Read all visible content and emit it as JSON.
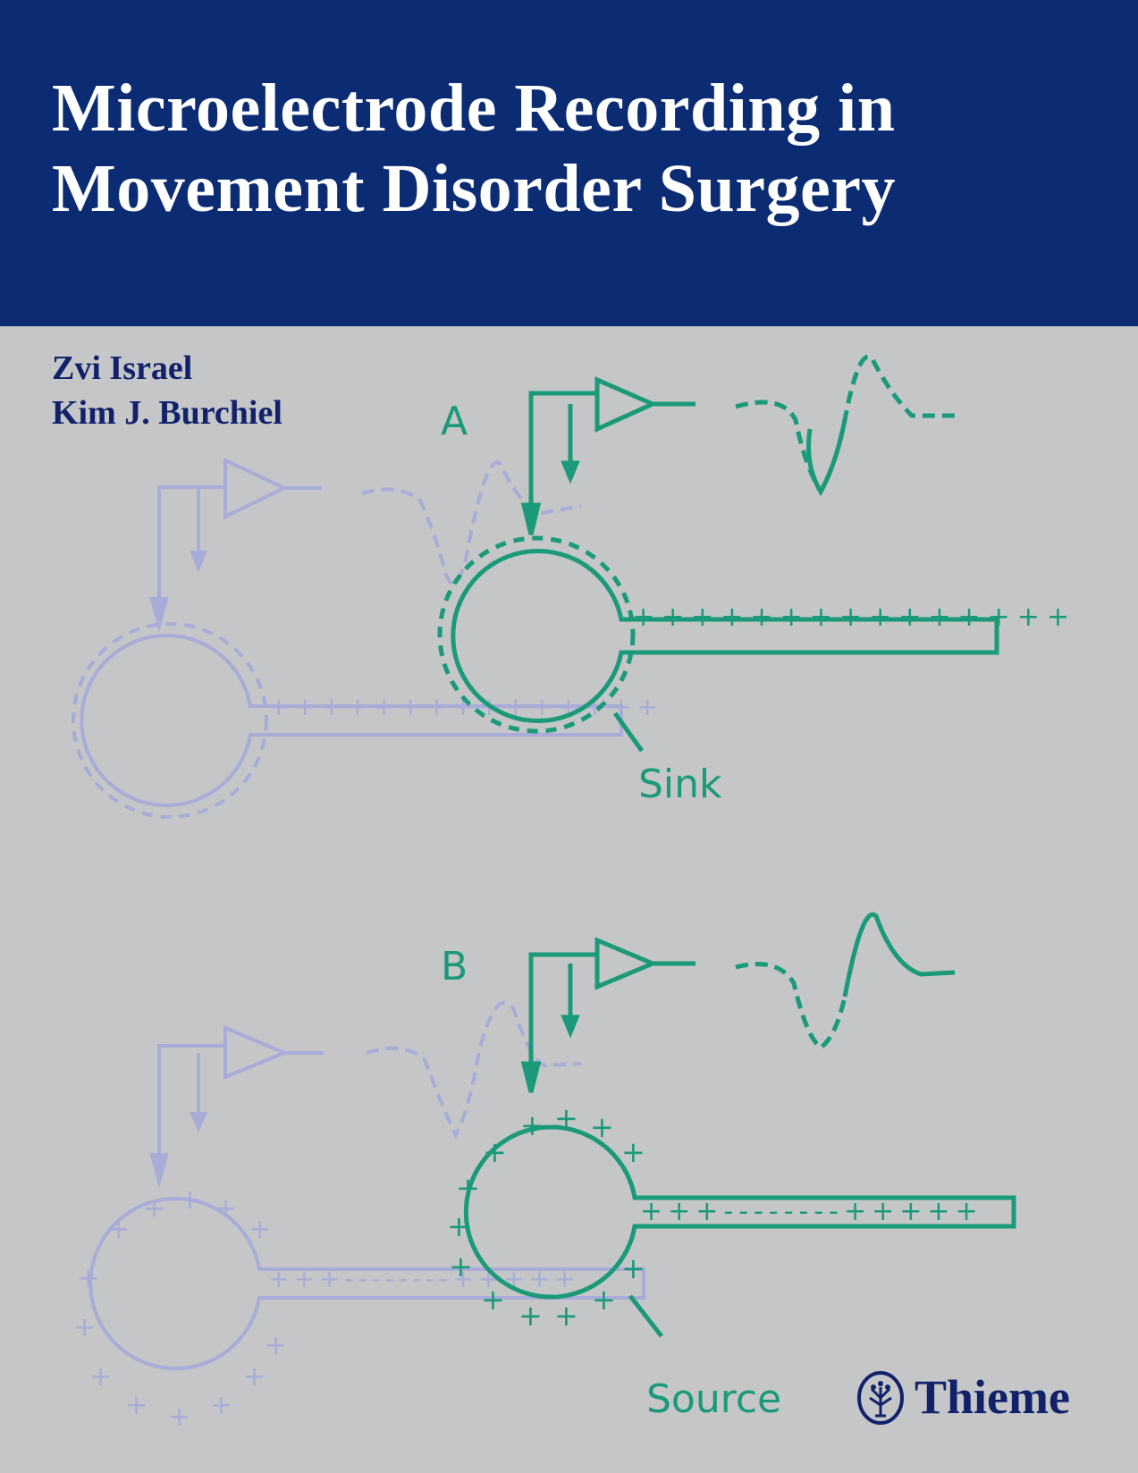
{
  "book": {
    "title_line1": "Microelectrode Recording in",
    "title_line2": "Movement Disorder Surgery",
    "authors": [
      "Zvi Israel",
      "Kim J. Burchiel"
    ],
    "publisher": "Thieme"
  },
  "figure": {
    "panel_a_label": "A",
    "panel_b_label": "B",
    "sink_label": "Sink",
    "source_label": "Source",
    "plus_sign": "+",
    "minus_sign": "-"
  },
  "colors": {
    "header_background": "#0b2c73",
    "background": "#c4c6c8",
    "title_text": "#ffffff",
    "author_text": "#12226a",
    "active_neuron": "#1a9a78",
    "faded_neuron": "#a9abd8"
  },
  "icons": {
    "publisher_logo": "tree-seal-icon",
    "amplifier": "amplifier-triangle-icon",
    "electrode": "electrode-arrow-icon"
  }
}
